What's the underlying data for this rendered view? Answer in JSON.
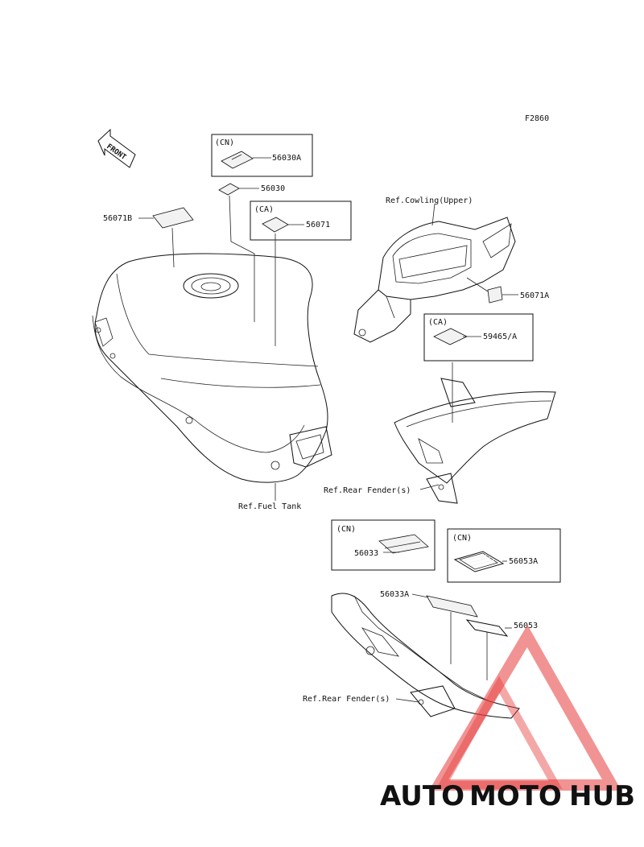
{
  "figure_code": "F2860",
  "front_label": "FRONT",
  "labels": {
    "p56071B": "56071B",
    "p56030A": "56030A",
    "p56030": "56030",
    "p56071": "56071",
    "p56071A": "56071A",
    "p59465A": "59465/A",
    "p56033": "56033",
    "p56053A": "56053A",
    "p56033A": "56033A",
    "p56053": "56053"
  },
  "region_tags": {
    "cn1": "(CN)",
    "ca1": "(CA)",
    "ca2": "(CA)",
    "cn2": "(CN)",
    "cn3": "(CN)"
  },
  "refs": {
    "cowling": "Ref.Cowling(Upper)",
    "fuel_tank": "Ref.Fuel Tank",
    "rear_fender_1": "Ref.Rear Fender(s)",
    "rear_fender_2": "Ref.Rear Fender(s)"
  },
  "watermark": {
    "part1": "AUTO",
    "part2": "MOTO",
    "part3": "HUB",
    "color_orange": "#f5a623",
    "color_red": "#e63b3b",
    "color_gray": "#8a8a8a"
  }
}
